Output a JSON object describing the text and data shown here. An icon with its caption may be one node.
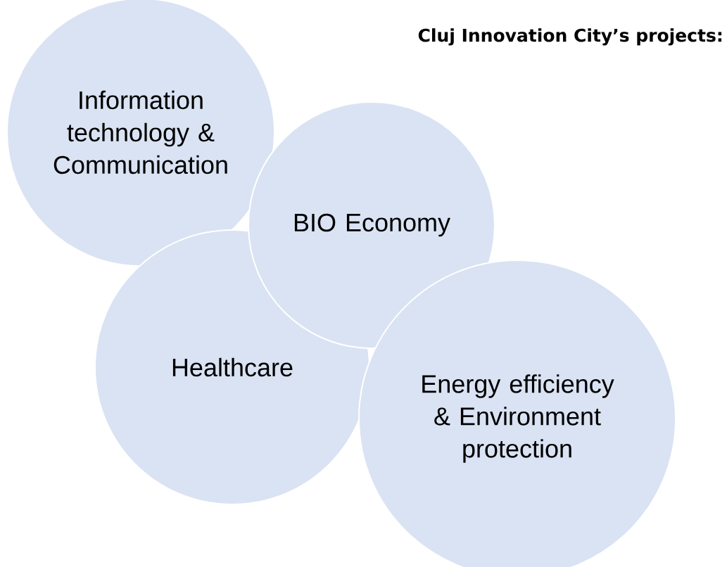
{
  "diagram": {
    "title": "Cluj Innovation City’s projects:",
    "nodes": [
      {
        "text": [
          "Information technology & Communication"
        ]
      },
      {
        "text": [
          "Healthcare"
        ]
      },
      {
        "text": [
          "BIO Economy"
        ]
      },
      {
        "text": [
          "Energy efficiency & Environment protection"
        ]
      }
    ],
    "edges": []
  }
}
